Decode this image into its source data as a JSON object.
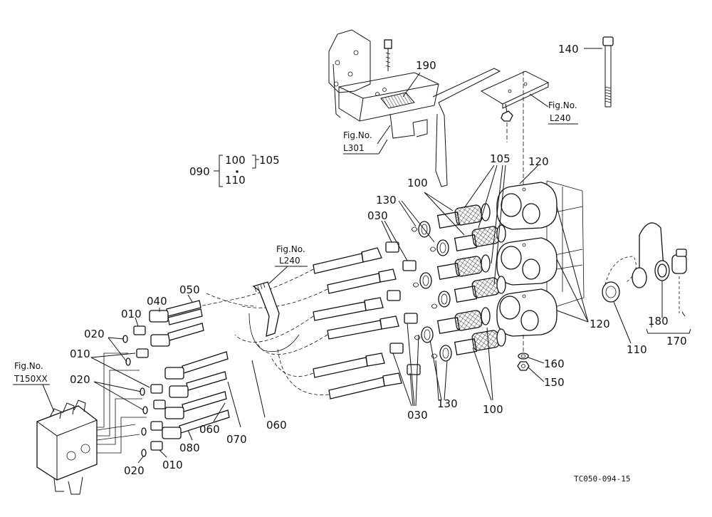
{
  "labels": {
    "l090": "090",
    "l100a": "100",
    "l105a": "105",
    "l110a": "110",
    "l140": "140",
    "l190": "190",
    "l105b": "105",
    "l120a": "120",
    "l100b": "100",
    "l130a": "130",
    "l030a": "030",
    "l040": "040",
    "l050": "050",
    "l010a": "010",
    "l020a": "020",
    "l010b": "010",
    "l020b": "020",
    "l120b": "120",
    "l110b": "110",
    "l180": "180",
    "l170": "170",
    "l160": "160",
    "l150": "150",
    "l030b": "030",
    "l130b": "130",
    "l100c": "100",
    "l060a": "060",
    "l060b": "060",
    "l070": "070",
    "l080": "080",
    "l020c": "020",
    "l010c": "010"
  },
  "figrefs": {
    "l240top": {
      "title": "Fig.No.",
      "code": "L240"
    },
    "l301": {
      "title": "Fig.No.",
      "code": "L301"
    },
    "l240mid": {
      "title": "Fig.No.",
      "code": "L240"
    },
    "t150": {
      "title": "Fig.No.",
      "code": "T150XX"
    }
  },
  "drawing_code": "TC050-094-15"
}
